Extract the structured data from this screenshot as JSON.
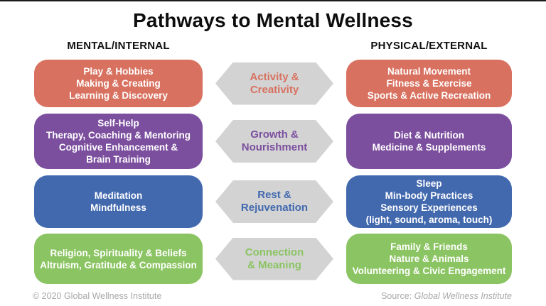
{
  "title": "Pathways to Mental Wellness",
  "columns": {
    "left_header": "MENTAL/INTERNAL",
    "right_header": "PHYSICAL/EXTERNAL"
  },
  "rows": [
    {
      "id": "activity-creativity",
      "accent_color": "#D8715F",
      "left_lines": [
        "Play & Hobbies",
        "Making & Creating",
        "Learning & Discovery"
      ],
      "center_lines": [
        "Activity &",
        "Creativity"
      ],
      "right_lines": [
        "Natural Movement",
        "Fitness & Exercise",
        "Sports & Active Recreation"
      ]
    },
    {
      "id": "growth-nourishment",
      "accent_color": "#7B4E9E",
      "left_lines": [
        "Self-Help",
        "Therapy, Coaching & Mentoring",
        "Cognitive Enhancement &",
        "Brain Training"
      ],
      "center_lines": [
        "Growth &",
        "Nourishment"
      ],
      "right_lines": [
        "Diet & Nutrition",
        "Medicine & Supplements"
      ]
    },
    {
      "id": "rest-rejuvenation",
      "accent_color": "#4269AE",
      "left_lines": [
        "Meditation",
        "Mindfulness"
      ],
      "center_lines": [
        "Rest &",
        "Rejuvenation"
      ],
      "right_lines": [
        "Sleep",
        "Min-body Practices",
        "Sensory Experiences",
        "(light, sound, aroma, touch)"
      ]
    },
    {
      "id": "connection-meaning",
      "accent_color": "#8BC462",
      "left_lines": [
        "Religion, Spirituality & Beliefs",
        "Altruism, Gratitude & Compassion"
      ],
      "center_lines": [
        "Connection",
        "& Meaning"
      ],
      "right_lines": [
        "Family & Friends",
        "Nature & Animals",
        "Volunteering & Civic Engagement"
      ]
    }
  ],
  "colors": {
    "hexagon_gray": "#D3D3D4",
    "top_line": "#1A1A1A",
    "footer_text": "#A8A8A8"
  },
  "footer": {
    "copyright": "© 2020 Global Wellness Institute",
    "source_label": "Source: ",
    "source_name": "Global Wellness Institute"
  }
}
